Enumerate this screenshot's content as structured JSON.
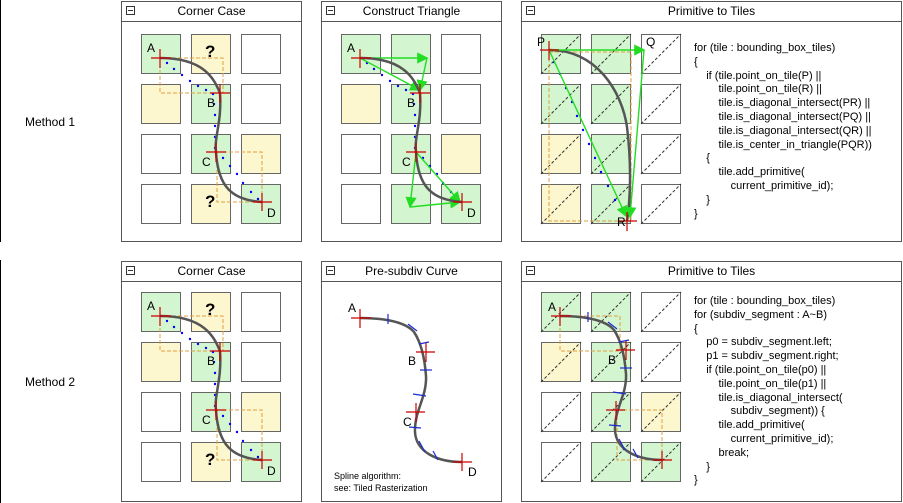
{
  "methods": [
    {
      "label": "Method 1",
      "panels": {
        "corner": {
          "title": "Corner Case"
        },
        "construct": {
          "title": "Construct Triangle"
        },
        "primitive": {
          "title": "Primitive to Tiles",
          "code": "for (tile : bounding_box_tiles)\n{\n    if (tile.point_on_tile(P) ||\n        tile.point_on_tile(R) ||\n        tile.is_diagonal_intersect(PR) ||\n        tile.is_diagonal_intersect(PQ) ||\n        tile.is_diagonal_intersect(QR) ||\n        tile.is_center_in_triangle(PQR))\n    {\n        tile.add_primitive(\n            current_primitive_id);\n    }\n}"
        }
      }
    },
    {
      "label": "Method 2",
      "panels": {
        "corner": {
          "title": "Corner Case"
        },
        "presubdiv": {
          "title": "Pre-subdiv Curve",
          "note": "Spline algorithm:\nsee: Tiled Rasterization"
        },
        "primitive": {
          "title": "Primitive to Tiles",
          "code": "for (tile : bounding_box_tiles)\nfor (subdiv_segment : A~B)\n{\n    p0 = subdiv_segment.left;\n    p1 = subdiv_segment.right;\n    if (tile.point_on_tile(p0) ||\n        tile.point_on_tile(p1) ||\n        tile.is_diagonal_intersect(\n            subdiv_segment)) {\n        tile.add_primitive(\n            current_primitive_id);\n        break;\n    }\n}"
        }
      }
    }
  ],
  "points": {
    "a": "A",
    "b": "B",
    "c": "C",
    "d": "D",
    "p": "P",
    "q": "Q",
    "r": "R"
  },
  "question_mark": "?",
  "colors": {
    "tile_green": "#d3f5cf",
    "tile_yellow": "#fdf7d0",
    "curve": "#555555",
    "cross": "#cc0000",
    "dots": "#0000ff",
    "arrow": "#22dd22",
    "bbox": "#e0a040",
    "subdiv_tick": "#1a2bd4"
  }
}
